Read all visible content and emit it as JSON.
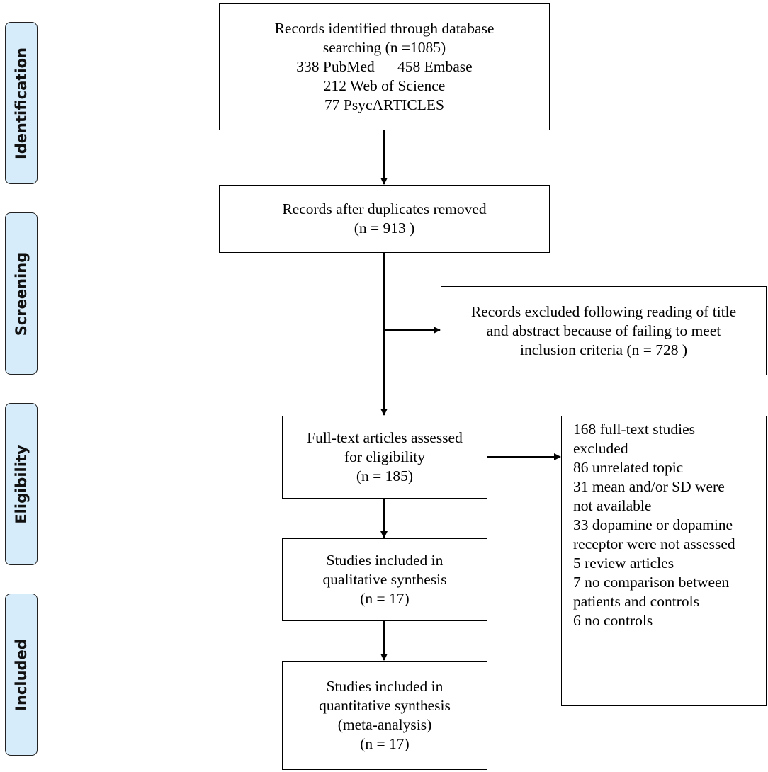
{
  "phases": {
    "identification": "Identification",
    "screening": "Screening",
    "eligibility": "Eligibility",
    "included": "Included"
  },
  "boxes": {
    "identified": [
      "Records identified through database",
      "searching (n =1085)",
      "338 PubMed      458 Embase",
      "212 Web of Science",
      "77 PsycARTICLES"
    ],
    "after_duplicates": [
      "Records after duplicates removed",
      "(n = 913 )"
    ],
    "excluded_title": [
      "Records excluded following reading of title",
      "and abstract because of failing to meet",
      "inclusion criteria (n = 728 )"
    ],
    "full_text": [
      "Full-text articles assessed",
      "for eligibility",
      "(n = 185)"
    ],
    "full_text_excluded": [
      "168 full-text studies",
      "excluded",
      "86 unrelated topic",
      "31 mean and/or SD were",
      "not available",
      "33 dopamine or dopamine",
      "receptor were not assessed",
      "5 review articles",
      "7 no comparison between",
      "patients and controls",
      "6 no controls"
    ],
    "qualitative": [
      "Studies included in",
      "qualitative synthesis",
      "(n = 17)"
    ],
    "quantitative": [
      "Studies included in",
      "quantitative synthesis",
      "(meta-analysis)",
      "(n = 17)"
    ]
  }
}
